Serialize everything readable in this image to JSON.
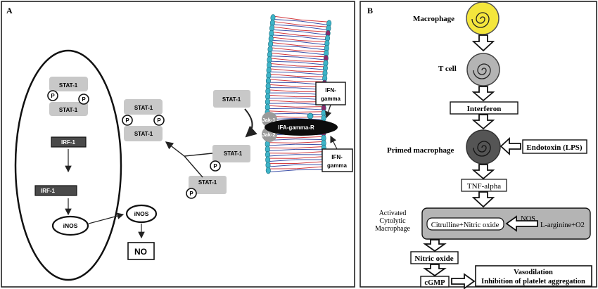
{
  "panel_a": {
    "label": "A",
    "nucleus": {
      "stat_dimer": {
        "top": "STAT-1",
        "bottom": "STAT-1"
      },
      "irf_top": "IRF-1",
      "irf_bottom": "IRF-1",
      "inos": "iNOS"
    },
    "stat_dimer_mid": {
      "top": "STAT-1",
      "bottom": "STAT-1"
    },
    "stat_free": "STAT-1",
    "stat_p1": "STAT-1",
    "stat_p2": "STAT-1",
    "phospho": "P",
    "jak1": "Jak-1",
    "jak2": "Jak-2",
    "receptor": "IFA-gamma-R",
    "ifn_top": [
      "IFN-",
      "gamma"
    ],
    "ifn_bottom": [
      "IFN-",
      "gamma"
    ],
    "inos_out": "iNOS",
    "no": "NO"
  },
  "panel_b": {
    "label": "B",
    "macrophage": "Macrophage",
    "t_cell": "T cell",
    "interferon": "Interferon",
    "primed": "Primed macrophage",
    "endotoxin": "Endotoxin (LPS)",
    "tnf": "TNF-alpha",
    "activated": [
      "Activated",
      "Cytolytic",
      "Macrophage"
    ],
    "nos": "NOS",
    "citrulline": "Citrulline+Nitric oxide",
    "arginine": "L-arginine+O2",
    "nitric_oxide": "Nitric oxide",
    "cgmp": "cGMP",
    "effects": [
      "Vasodilation",
      "Inhibition of platelet aggregation"
    ]
  },
  "colors": {
    "lipid_head": "#3eb4c8",
    "lipid_head_alt": "#8a2a6a",
    "tail_red": "#d2373c",
    "tail_blue": "#3c50a8",
    "stat_box": "#c8c8c8",
    "irf_box": "#4a4a4a",
    "macrophage_yellow": "#f4e63c",
    "cell_grey": "#b4b4b4",
    "primed_dark": "#555555",
    "activated_panel": "#b4b4b4"
  }
}
